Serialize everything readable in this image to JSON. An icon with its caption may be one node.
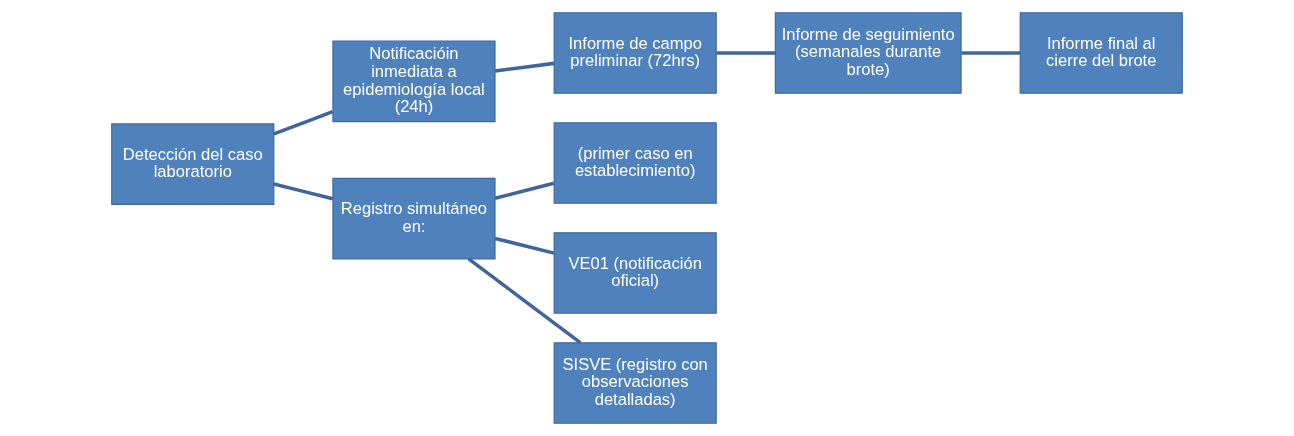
{
  "diagram": {
    "nodes": [
      {
        "text": [
          "Detección del caso laboratorio"
        ]
      },
      {
        "text": [
          "Notificacióin inmediata a epidemiología local (24h)"
        ]
      },
      {
        "text": [
          "Informe de campo preliminar (72hrs)"
        ]
      },
      {
        "text": [
          "Informe de seguimiento (semanales durante brote)"
        ]
      },
      {
        "text": [
          "Informe final al cierre del brote"
        ]
      },
      {
        "text": [
          "Registro simultáneo en:"
        ]
      },
      {
        "text": [
          "(primer caso en establecimiento)"
        ]
      },
      {
        "text": [
          "VE01 (notificación oficial)"
        ]
      },
      {
        "text": [
          "SISVE (registro con observaciones detalladas)"
        ]
      }
    ],
    "edges": [
      {
        "from": 0,
        "to": 1,
        "arrow": "none"
      },
      {
        "from": 1,
        "to": 2,
        "arrow": "none"
      },
      {
        "from": 2,
        "to": 3,
        "arrow": "none"
      },
      {
        "from": 3,
        "to": 4,
        "arrow": "none"
      },
      {
        "from": 0,
        "to": 5,
        "arrow": "none"
      },
      {
        "from": 5,
        "to": 6,
        "arrow": "none"
      },
      {
        "from": 5,
        "to": 7,
        "arrow": "none"
      },
      {
        "from": 5,
        "to": 8,
        "arrow": "none"
      }
    ]
  }
}
